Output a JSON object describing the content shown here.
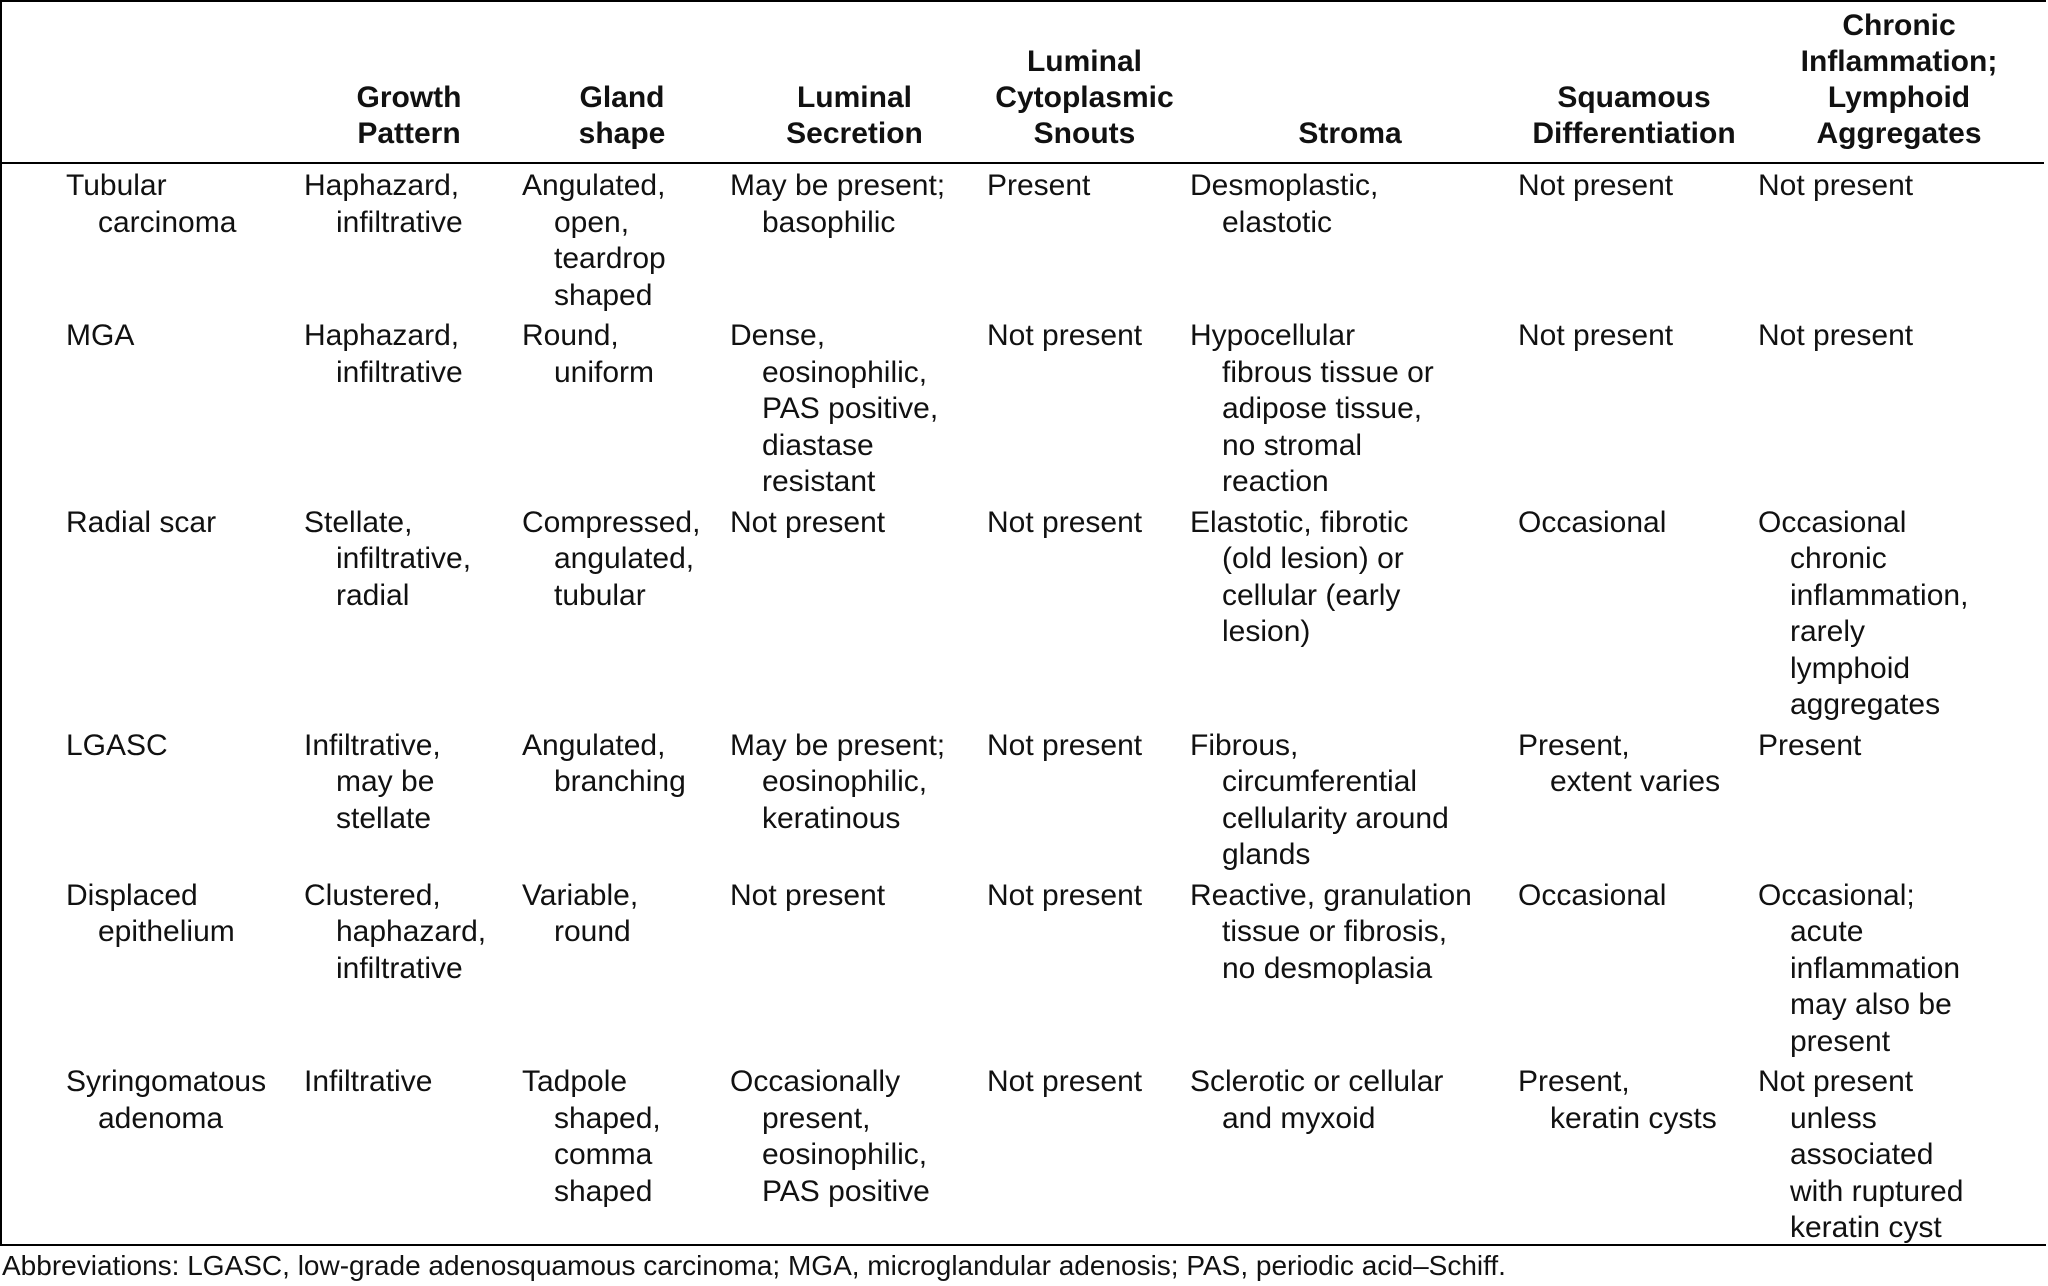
{
  "table": {
    "headers": [
      [],
      [
        "Growth",
        "Pattern"
      ],
      [
        "Gland",
        "shape"
      ],
      [
        "Luminal",
        "Secretion"
      ],
      [
        "Luminal",
        "Cytoplasmic",
        "Snouts"
      ],
      [
        "Stroma"
      ],
      [
        "Squamous",
        "Differentiation"
      ],
      [
        "Chronic",
        "Inflammation;",
        "Lymphoid",
        "Aggregates"
      ]
    ],
    "rows": [
      [
        [
          "Tubular",
          "carcinoma"
        ],
        [
          "Haphazard,",
          "infiltrative"
        ],
        [
          "Angulated,",
          "open,",
          "teardrop",
          "shaped"
        ],
        [
          "May be present;",
          "basophilic"
        ],
        [
          "Present"
        ],
        [
          "Desmoplastic,",
          "elastotic"
        ],
        [
          "Not present"
        ],
        [
          "Not present"
        ]
      ],
      [
        [
          "MGA"
        ],
        [
          "Haphazard,",
          "infiltrative"
        ],
        [
          "Round,",
          "uniform"
        ],
        [
          "Dense,",
          "eosinophilic,",
          "PAS positive,",
          "diastase",
          "resistant"
        ],
        [
          "Not present"
        ],
        [
          "Hypocellular",
          "fibrous tissue or",
          "adipose tissue,",
          "no stromal",
          "reaction"
        ],
        [
          "Not present"
        ],
        [
          "Not present"
        ]
      ],
      [
        [
          "Radial scar"
        ],
        [
          "Stellate,",
          "infiltrative,",
          "radial"
        ],
        [
          "Compressed,",
          "angulated,",
          "tubular"
        ],
        [
          "Not present"
        ],
        [
          "Not present"
        ],
        [
          "Elastotic, fibrotic",
          "(old lesion) or",
          "cellular (early",
          "lesion)"
        ],
        [
          "Occasional"
        ],
        [
          "Occasional",
          "chronic",
          "inflammation,",
          "rarely",
          "lymphoid",
          "aggregates"
        ]
      ],
      [
        [
          "LGASC"
        ],
        [
          "Infiltrative,",
          "may be",
          "stellate"
        ],
        [
          "Angulated,",
          "branching"
        ],
        [
          "May be present;",
          "eosinophilic,",
          "keratinous"
        ],
        [
          "Not present"
        ],
        [
          "Fibrous,",
          "circumferential",
          "cellularity around",
          "glands"
        ],
        [
          "Present,",
          "extent varies"
        ],
        [
          "Present"
        ]
      ],
      [
        [
          "Displaced",
          "epithelium"
        ],
        [
          "Clustered,",
          "haphazard,",
          "infiltrative"
        ],
        [
          "Variable,",
          "round"
        ],
        [
          "Not present"
        ],
        [
          "Not present"
        ],
        [
          "Reactive, granulation",
          "tissue or fibrosis,",
          "no desmoplasia"
        ],
        [
          "Occasional"
        ],
        [
          "Occasional;",
          "acute",
          "inflammation",
          "may also be",
          "present"
        ]
      ],
      [
        [
          "Syringomatous",
          "adenoma"
        ],
        [
          "Infiltrative"
        ],
        [
          "Tadpole",
          "shaped,",
          "comma",
          "shaped"
        ],
        [
          "Occasionally",
          "present,",
          "eosinophilic,",
          "PAS positive"
        ],
        [
          "Not present"
        ],
        [
          "Sclerotic or cellular",
          "and myxoid"
        ],
        [
          "Present,",
          "keratin cysts"
        ],
        [
          "Not present",
          "unless",
          "associated",
          "with ruptured",
          "keratin cyst"
        ]
      ]
    ]
  },
  "footnote": "Abbreviations: LGASC, low-grade adenosquamous carcinoma; MGA, microglandular adenosis; PAS, periodic acid–Schiff."
}
